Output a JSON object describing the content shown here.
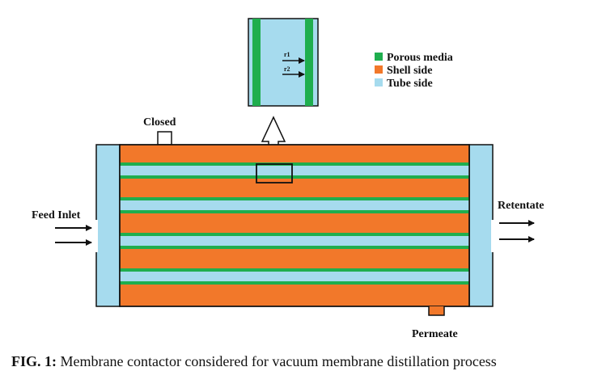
{
  "labels": {
    "closed": "Closed",
    "feed_inlet": "Feed Inlet",
    "retentate": "Retentate",
    "permeate": "Permeate",
    "r1": "r1",
    "r2": "r2"
  },
  "legend": [
    {
      "label": "Porous media",
      "color": "#1fae4e"
    },
    {
      "label": "Shell side",
      "color": "#f2782a"
    },
    {
      "label": "Tube side",
      "color": "#a6dbee"
    }
  ],
  "caption": {
    "prefix": "FIG. 1:",
    "text": " Membrane contactor considered for vacuum membrane distillation process"
  },
  "colors": {
    "porous": "#1fae4e",
    "shell": "#f2782a",
    "tube": "#a6dbee",
    "outline": "#111111"
  }
}
